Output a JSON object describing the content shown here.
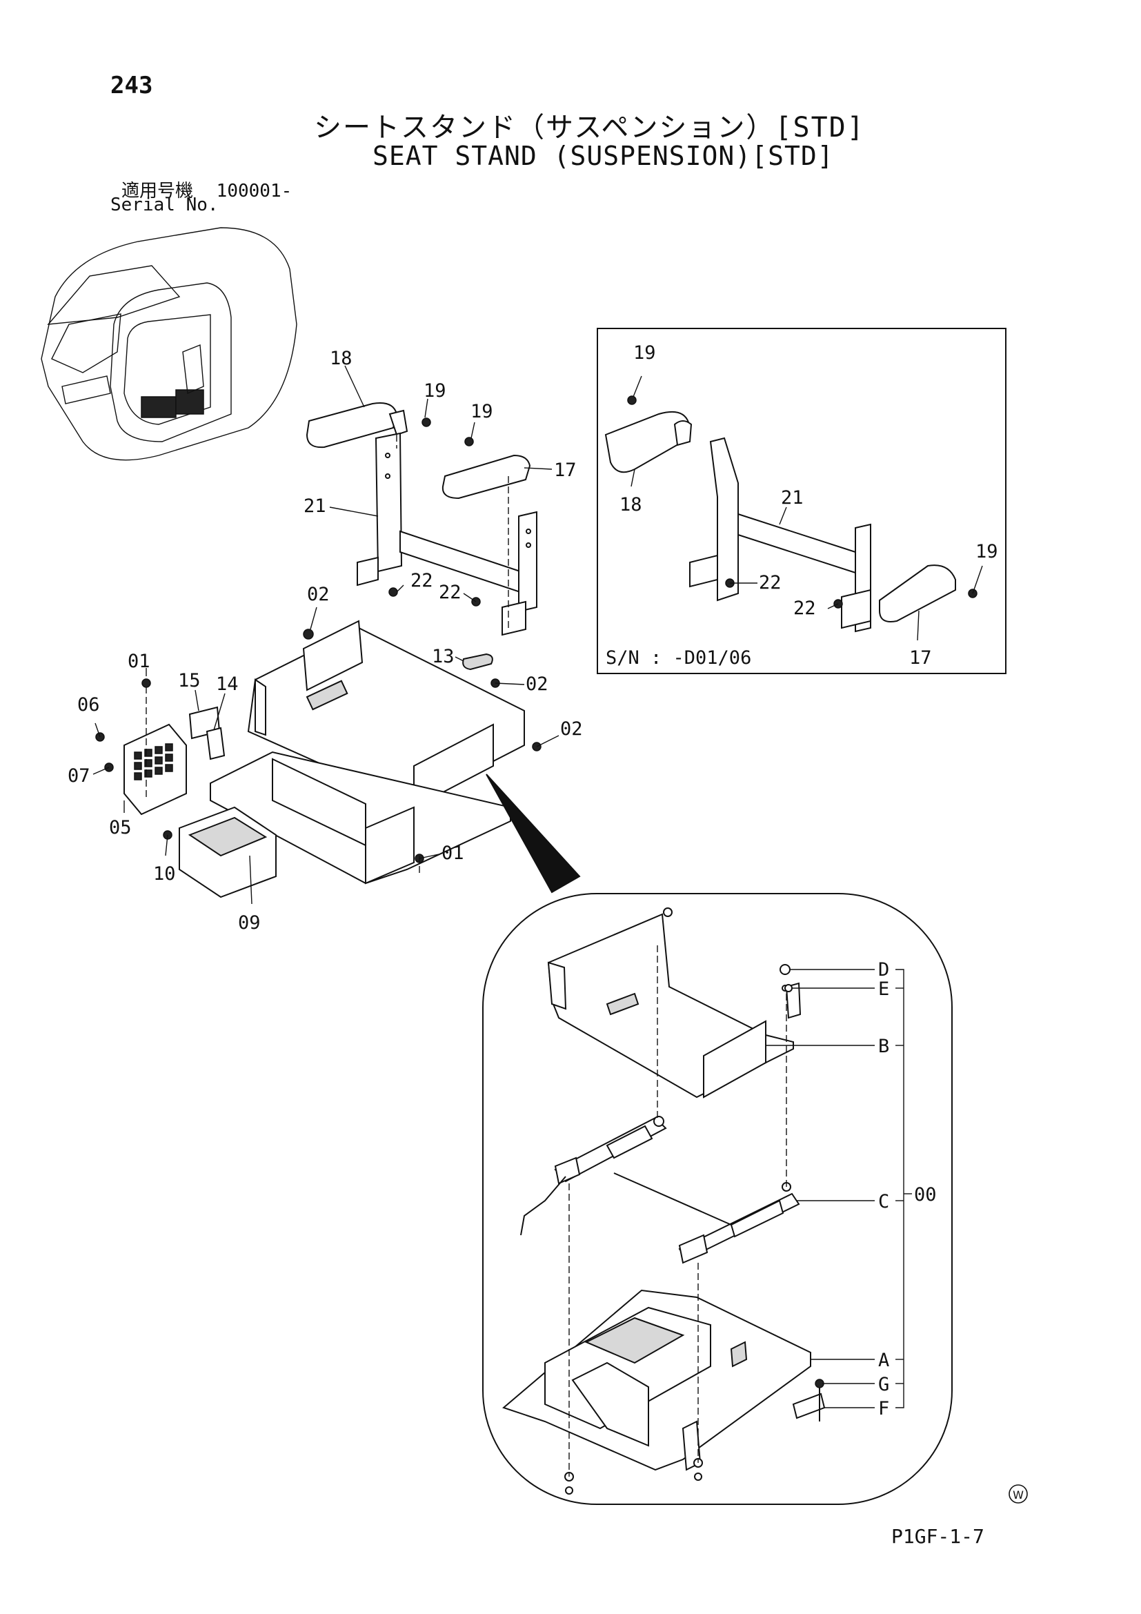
{
  "page": {
    "number": "243",
    "title_jp": "シートスタンド（サスペンション）[STD]",
    "title_en": "SEAT STAND (SUSPENSION)[STD]",
    "serial_label_jp": "適用号機",
    "serial_value": "100001-",
    "serial_label_en": "Serial No.",
    "drawing_code": "P1GF-1-7",
    "watermark": "W"
  },
  "main_callouts": {
    "c18": "18",
    "c19a": "19",
    "c19b": "19",
    "c17": "17",
    "c21": "21",
    "c22a": "22",
    "c22b": "22",
    "c02a": "02",
    "c02b": "02",
    "c02c": "02",
    "c13": "13",
    "c01a": "01",
    "c15": "15",
    "c14": "14",
    "c06": "06",
    "c07": "07",
    "c05": "05",
    "c10": "10",
    "c01b": "01",
    "c09": "09"
  },
  "inset": {
    "serial_note": "S/N : -D01/06",
    "callouts": {
      "c19a": "19",
      "c18": "18",
      "c21": "21",
      "c22a": "22",
      "c22b": "22",
      "c19b": "19",
      "c17": "17"
    }
  },
  "detail": {
    "callouts": {
      "D": "D",
      "E": "E",
      "B": "B",
      "C": "C",
      "A": "A",
      "G": "G",
      "F": "F",
      "assembly": "00"
    }
  }
}
